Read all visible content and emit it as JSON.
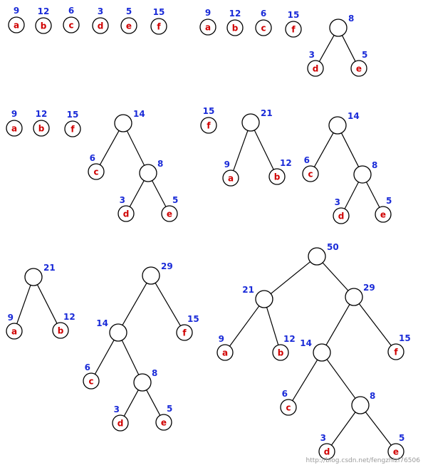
{
  "title": "",
  "colors": {
    "leaf_label": "#d00000",
    "weight_label": "#1a2bd8",
    "stroke": "#000000",
    "watermark": "#9a9a9a"
  },
  "watermark": "http://blog.csdn.net/fengzhizi76506",
  "stages": [
    {
      "name": "stage-1",
      "trees": [
        {
          "weight": "9",
          "label": "a"
        },
        {
          "weight": "12",
          "label": "b"
        },
        {
          "weight": "6",
          "label": "c"
        },
        {
          "weight": "3",
          "label": "d"
        },
        {
          "weight": "5",
          "label": "e"
        },
        {
          "weight": "15",
          "label": "f"
        }
      ]
    },
    {
      "name": "stage-2",
      "trees": [
        {
          "weight": "9",
          "label": "a"
        },
        {
          "weight": "12",
          "label": "b"
        },
        {
          "weight": "6",
          "label": "c"
        },
        {
          "weight": "15",
          "label": "f"
        },
        {
          "weight": "8",
          "children": [
            {
              "weight": "3",
              "label": "d"
            },
            {
              "weight": "5",
              "label": "e"
            }
          ]
        }
      ]
    },
    {
      "name": "stage-3",
      "trees": [
        {
          "weight": "9",
          "label": "a"
        },
        {
          "weight": "12",
          "label": "b"
        },
        {
          "weight": "15",
          "label": "f"
        },
        {
          "weight": "14",
          "children": [
            {
              "weight": "6",
              "label": "c"
            },
            {
              "weight": "8",
              "children": [
                {
                  "weight": "3",
                  "label": "d"
                },
                {
                  "weight": "5",
                  "label": "e"
                }
              ]
            }
          ]
        }
      ]
    },
    {
      "name": "stage-4",
      "trees": [
        {
          "weight": "15",
          "label": "f"
        },
        {
          "weight": "21",
          "children": [
            {
              "weight": "9",
              "label": "a"
            },
            {
              "weight": "12",
              "label": "b"
            }
          ]
        },
        {
          "weight": "14",
          "children": [
            {
              "weight": "6",
              "label": "c"
            },
            {
              "weight": "8",
              "children": [
                {
                  "weight": "3",
                  "label": "d"
                },
                {
                  "weight": "5",
                  "label": "e"
                }
              ]
            }
          ]
        }
      ]
    },
    {
      "name": "stage-5",
      "trees": [
        {
          "weight": "21",
          "children": [
            {
              "weight": "9",
              "label": "a"
            },
            {
              "weight": "12",
              "label": "b"
            }
          ]
        },
        {
          "weight": "29",
          "children": [
            {
              "weight": "14",
              "children": [
                {
                  "weight": "6",
                  "label": "c"
                },
                {
                  "weight": "8",
                  "children": [
                    {
                      "weight": "3",
                      "label": "d"
                    },
                    {
                      "weight": "5",
                      "label": "e"
                    }
                  ]
                }
              ]
            },
            {
              "weight": "15",
              "label": "f"
            }
          ]
        }
      ]
    },
    {
      "name": "stage-6",
      "trees": [
        {
          "weight": "50",
          "children": [
            {
              "weight": "21",
              "children": [
                {
                  "weight": "9",
                  "label": "a"
                },
                {
                  "weight": "12",
                  "label": "b"
                }
              ]
            },
            {
              "weight": "29",
              "children": [
                {
                  "weight": "14",
                  "children": [
                    {
                      "weight": "6",
                      "label": "c"
                    },
                    {
                      "weight": "8",
                      "children": [
                        {
                          "weight": "3",
                          "label": "d"
                        },
                        {
                          "weight": "5",
                          "label": "e"
                        }
                      ]
                    }
                  ]
                },
                {
                  "weight": "15",
                  "label": "f"
                }
              ]
            }
          ]
        }
      ]
    }
  ]
}
